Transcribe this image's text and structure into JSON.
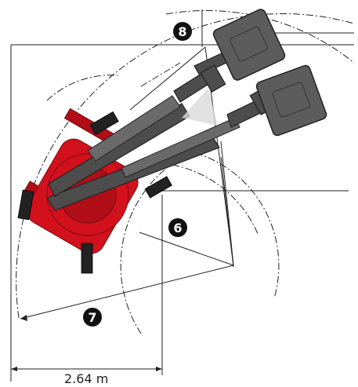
{
  "diagram": {
    "markers": {
      "m6": "❻",
      "m7": "❼",
      "m8": "❽"
    },
    "dimension_label": "2.64 m",
    "colors": {
      "chassis": "#d3111d",
      "boom": "#4d4d4d",
      "basket": "#5c5c5c",
      "lines": "#222222"
    }
  }
}
